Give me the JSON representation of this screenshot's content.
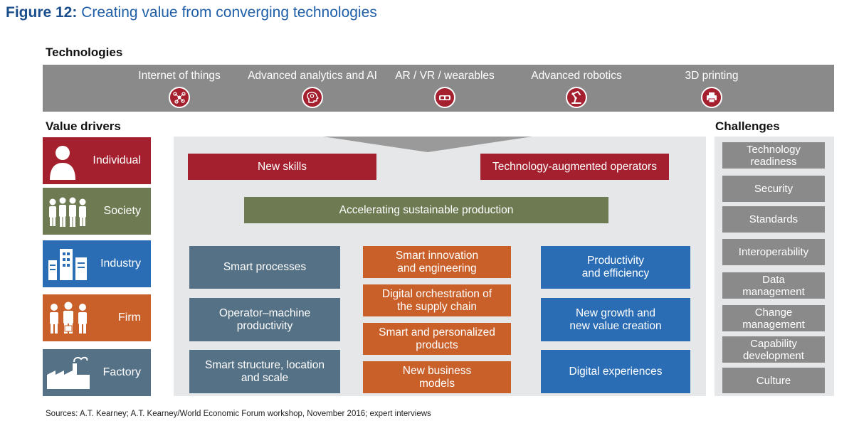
{
  "figure": {
    "number": "Figure 12:",
    "title": "Creating value from converging technologies"
  },
  "technologies": {
    "label": "Technologies",
    "items": [
      {
        "label": "Internet of things",
        "icon": "iot-icon"
      },
      {
        "label": "Advanced analytics and AI",
        "icon": "brain-icon"
      },
      {
        "label": "AR / VR / wearables",
        "icon": "vr-goggles-icon"
      },
      {
        "label": "Advanced robotics",
        "icon": "robot-arm-icon"
      },
      {
        "label": "3D printing",
        "icon": "printer-icon"
      }
    ]
  },
  "value_drivers": {
    "label": "Value drivers",
    "items": [
      {
        "label": "Individual",
        "color": "#a5202e",
        "icon": "person-icon"
      },
      {
        "label": "Society",
        "color": "#6e7b52",
        "icon": "crowd-icon"
      },
      {
        "label": "Industry",
        "color": "#2a6db4",
        "icon": "buildings-icon"
      },
      {
        "label": "Firm",
        "color": "#c9602a",
        "icon": "business-people-icon"
      },
      {
        "label": "Factory",
        "color": "#557186",
        "icon": "factory-icon"
      }
    ]
  },
  "individual_row": {
    "left": "New skills",
    "right": "Technology-augmented operators"
  },
  "society_row": {
    "center": "Accelerating sustainable production"
  },
  "industry_column": [
    "Smart processes",
    "Operator–machine productivity",
    "Smart structure, location and scale"
  ],
  "firm_column": [
    "Smart innovation and engineering",
    "Digital orchestration of the supply chain",
    "Smart and personalized products",
    "New business models"
  ],
  "factory_column": [
    "Productivity and efficiency",
    "New growth and new value creation",
    "Digital experiences"
  ],
  "challenges": {
    "label": "Challenges",
    "items": [
      "Technology readiness",
      "Security",
      "Standards",
      "Interoperability",
      "Data management",
      "Change management",
      "Capability development",
      "Culture"
    ]
  },
  "source": "Sources: A.T. Kearney; A.T. Kearney/World Economic Forum workshop, November 2016; expert interviews",
  "colors": {
    "accent_red": "#a5202e",
    "olive": "#6e7b52",
    "slate": "#557186",
    "orange": "#c9602a",
    "blue": "#2a6db4",
    "gray_bar": "#8a8a8a",
    "panel": "#e6e7e9",
    "title_blue": "#1f5fa8"
  }
}
